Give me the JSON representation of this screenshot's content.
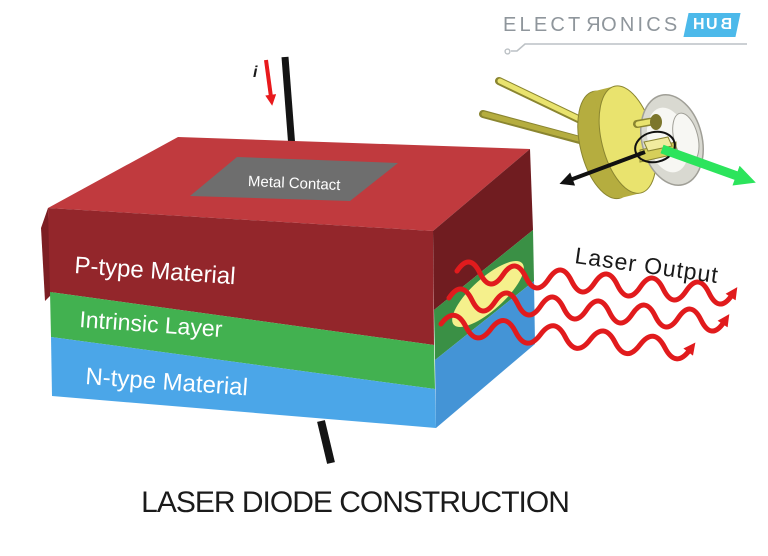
{
  "logo": {
    "text_part1": "ELECT",
    "text_mirrored": "R",
    "text_part2": "ONICS",
    "hub_part1": "HU",
    "hub_mirrored": "B"
  },
  "labels": {
    "metal_contact": "Metal Contact",
    "p_type": "P-type Material",
    "intrinsic": "Intrinsic Layer",
    "n_type": "N-type Material",
    "laser_output": "Laser Output",
    "current": "i",
    "title": "LASER DIODE CONSTRUCTION"
  },
  "colors": {
    "top_face": "#c03a3e",
    "front_p": "#93262b",
    "front_i": "#42b150",
    "front_n": "#4ba6e8",
    "side_p": "#701c20",
    "side_i": "#3a9045",
    "side_n": "#4494d6",
    "left_edge": "#7c1e23",
    "metal_contact": "#6e6e6e",
    "emission_spot": "#f5f08c",
    "laser_wave": "#e11b1d",
    "current_arrow": "#e8191c",
    "wire": "#141414",
    "pointer_arrow": "#111111",
    "beam_arrow": "#2ce45c",
    "label_light": "#ffffff",
    "label_dark": "#1a1a1a",
    "gold_light": "#e9e36e",
    "gold_mid": "#d6cf5a",
    "gold_dark": "#b5ad3f",
    "gold_outline": "#8a8530",
    "gold_hole": "#7c762c",
    "chip_fill": "#f1eb9e",
    "metal_shell": "#d9d9d1",
    "metal_shell_edge": "#a09f97",
    "metal_shell_inner": "#f7f7f3"
  },
  "css_vars": {
    "logo-text": "#8f969c",
    "hub-bg": "#4cb9ea",
    "hub-text": "#ffffff",
    "underline": "#bcc1c5",
    "title-color": "#1b1b1b"
  }
}
